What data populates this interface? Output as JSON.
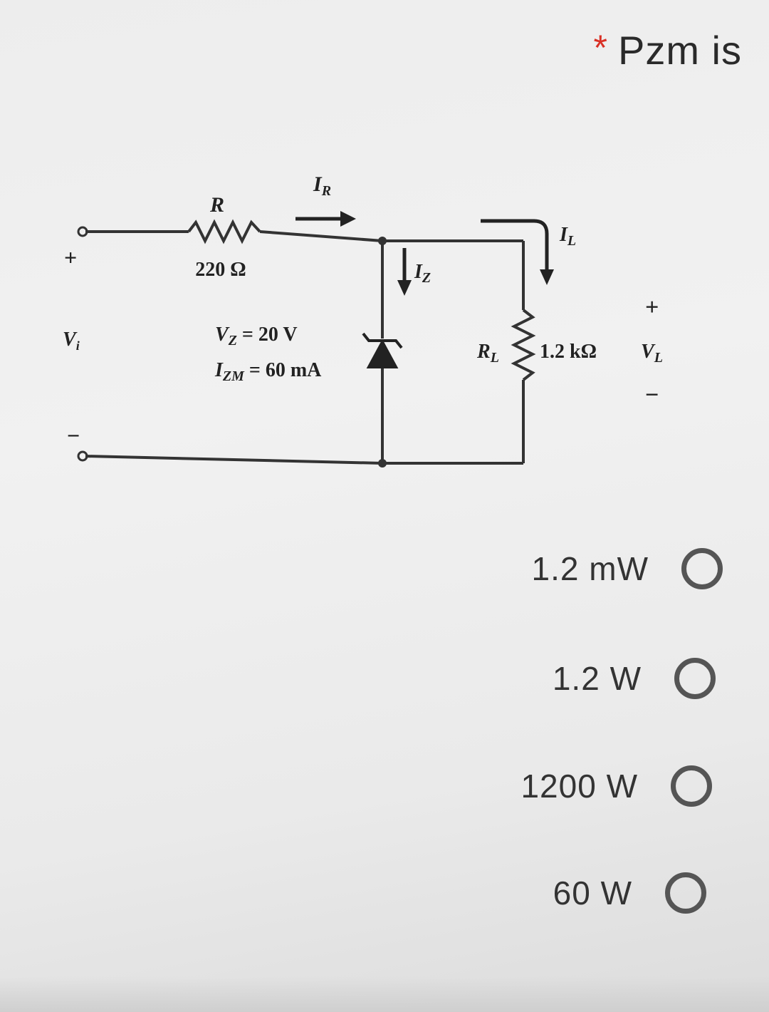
{
  "question": {
    "required_marker": "*",
    "title": "Pzm is"
  },
  "circuit": {
    "resistor_label": "R",
    "resistor_value": "220 Ω",
    "current_r": "I",
    "current_r_sub": "R",
    "current_z": "I",
    "current_z_sub": "Z",
    "current_l": "I",
    "current_l_sub": "L",
    "vz_label": "V",
    "vz_sub": "Z",
    "vz_value": " = 20 V",
    "izm_label": "I",
    "izm_sub": "ZM",
    "izm_value": " = 60 mA",
    "load_label": "R",
    "load_sub": "L",
    "load_value": "1.2 kΩ",
    "vl_label": "V",
    "vl_sub": "L",
    "vi_label": "V",
    "vi_sub": "i",
    "plus": "+",
    "minus": "−"
  },
  "options": [
    {
      "label": "1.2 mW"
    },
    {
      "label": "1.2 W"
    },
    {
      "label": "1200 W"
    },
    {
      "label": "60 W"
    }
  ]
}
